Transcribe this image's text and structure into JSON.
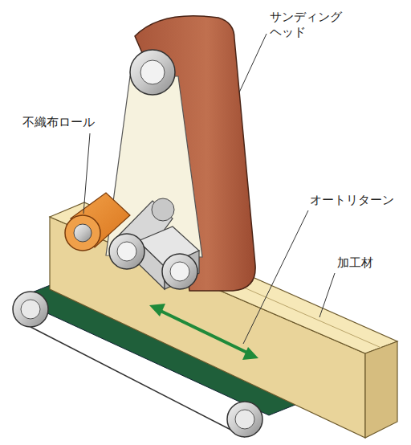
{
  "diagram": {
    "labels": [
      "不織布ロール",
      "サンディング ヘッド",
      "オートリターン",
      "加工材"
    ]
  }
}
